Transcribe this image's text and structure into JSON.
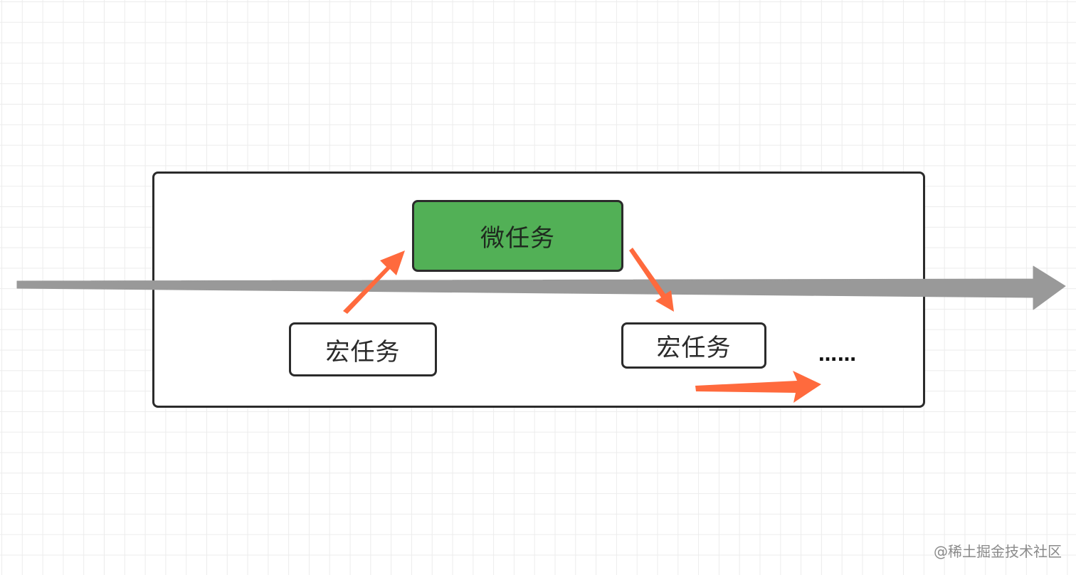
{
  "nodes": {
    "micro_task": "微任务",
    "macro_task_1": "宏任务",
    "macro_task_2": "宏任务"
  },
  "ellipsis": "……",
  "watermark": "@稀土掘金技术社区",
  "colors": {
    "micro_task_fill": "#52b056",
    "timeline_arrow": "#999999",
    "flow_arrow": "#ff6a3d",
    "border": "#2b2b2b"
  }
}
